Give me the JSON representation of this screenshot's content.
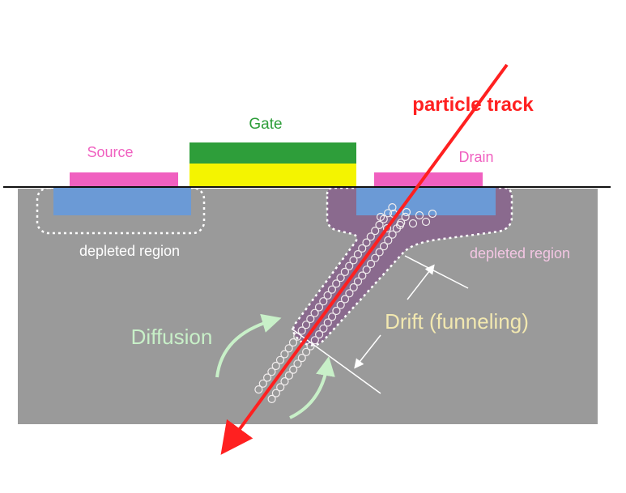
{
  "labels": {
    "gate": "Gate",
    "source": "Source",
    "drain": "Drain",
    "particle_track": "particle track",
    "depleted_left": "depleted region",
    "depleted_right": "depleted region",
    "diffusion": "Diffusion",
    "drift": "Drift (funneling)"
  },
  "colors": {
    "substrate": "#9a9a9a",
    "gate_top": "#2e9e3a",
    "gate_oxide": "#f4f400",
    "source_drain_contact": "#f060c0",
    "well": "#6b9ad6",
    "depleted_right_fill": "#8a6a8e",
    "particle_track": "#ff2020",
    "diffusion_text": "#c8f0c8",
    "drift_text": "#f2e8b0",
    "depletion_outline": "#ffffff"
  }
}
